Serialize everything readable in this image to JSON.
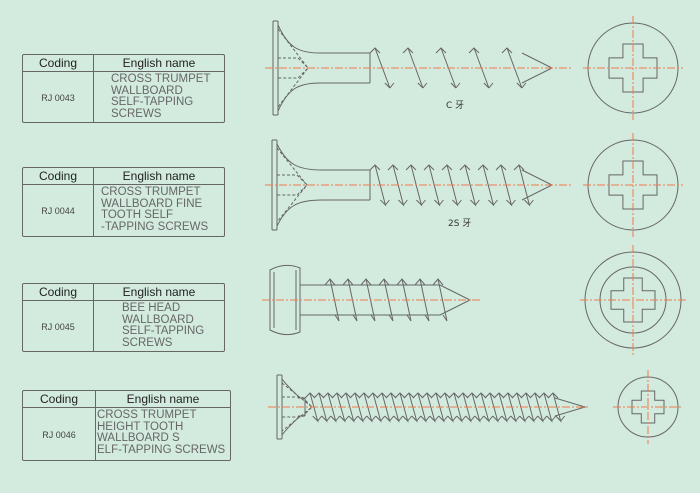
{
  "header_coding": "Coding",
  "header_english": "English name",
  "products": [
    {
      "code": "RJ 0043",
      "name": "CROSS TRUMPET\nWALLBOARD\nSELF-TAPPING\nSCREWS",
      "thread_label": "C 牙"
    },
    {
      "code": "RJ 0044",
      "name": "CROSS TRUMPET\nWALLBOARD FINE\nTOOTH SELF\n-TAPPING SCREWS",
      "thread_label": "2S 牙"
    },
    {
      "code": "RJ 0045",
      "name": "BEE HEAD\nWALLBOARD\nSELF-TAPPING\nSCREWS"
    },
    {
      "code": "RJ 0046",
      "name": "CROSS TRUMPET\nHEIGHT TOOTH\nWALLBOARD  S\nELF-TAPPING SCREWS"
    }
  ],
  "colors": {
    "background": "#d3ebdf",
    "line": "#666666",
    "centerline": "#f07a4a"
  }
}
